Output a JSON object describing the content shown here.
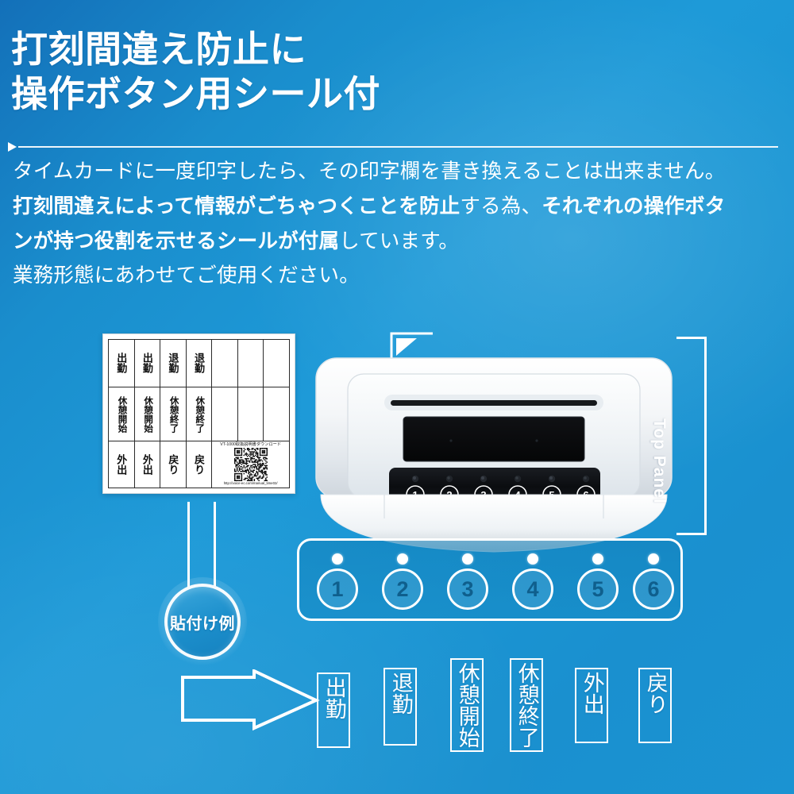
{
  "headline": "打刻間違え防止に\n操作ボタン用シール付",
  "body": {
    "line1": "タイムカードに一度印字したら、その印字欄を書き換えることは出来ません。",
    "line2_bold_a": "打刻間違えによって情報がごちゃつくことを防止",
    "line2_plain_a": "する為、",
    "line2_bold_b": "それぞれの操作ボタ",
    "line3_bold": "ンが持つ役割を示せるシールが付属",
    "line3_plain": "しています。",
    "line4": "業務形態にあわせてご使用ください。"
  },
  "sticker_sheet": {
    "rows": [
      [
        "出勤",
        "出勤",
        "退勤",
        "退勤",
        "",
        "",
        ""
      ],
      [
        "休憩開始",
        "休憩開始",
        "休憩終了",
        "休憩終了",
        "",
        "",
        ""
      ],
      [
        "外出",
        "外出",
        "戻り",
        "戻り"
      ]
    ],
    "qr": {
      "caption": "VT-1000取扱説明書ダウンロード",
      "url": "http://voice-ec.com/manual_time02/"
    }
  },
  "badge": {
    "label": "貼付け例"
  },
  "top_panel": {
    "label": "Top Panel"
  },
  "callout": {
    "buttons": [
      {
        "number": "1"
      },
      {
        "number": "2"
      },
      {
        "number": "3"
      },
      {
        "number": "4"
      },
      {
        "number": "5"
      },
      {
        "number": "6"
      }
    ]
  },
  "device": {
    "buttons": [
      "1",
      "2",
      "3",
      "4",
      "5",
      "6"
    ]
  },
  "label_boxes": [
    {
      "text": "出勤"
    },
    {
      "text": "退勤"
    },
    {
      "text": "休憩開始"
    },
    {
      "text": "休憩終了"
    },
    {
      "text": "外出"
    },
    {
      "text": "戻り"
    }
  ],
  "colors": {
    "bg_light": "#1e9ad8",
    "bg_dark": "#1370b9",
    "white": "#ffffff",
    "number_blue": "#0f5f8d"
  }
}
